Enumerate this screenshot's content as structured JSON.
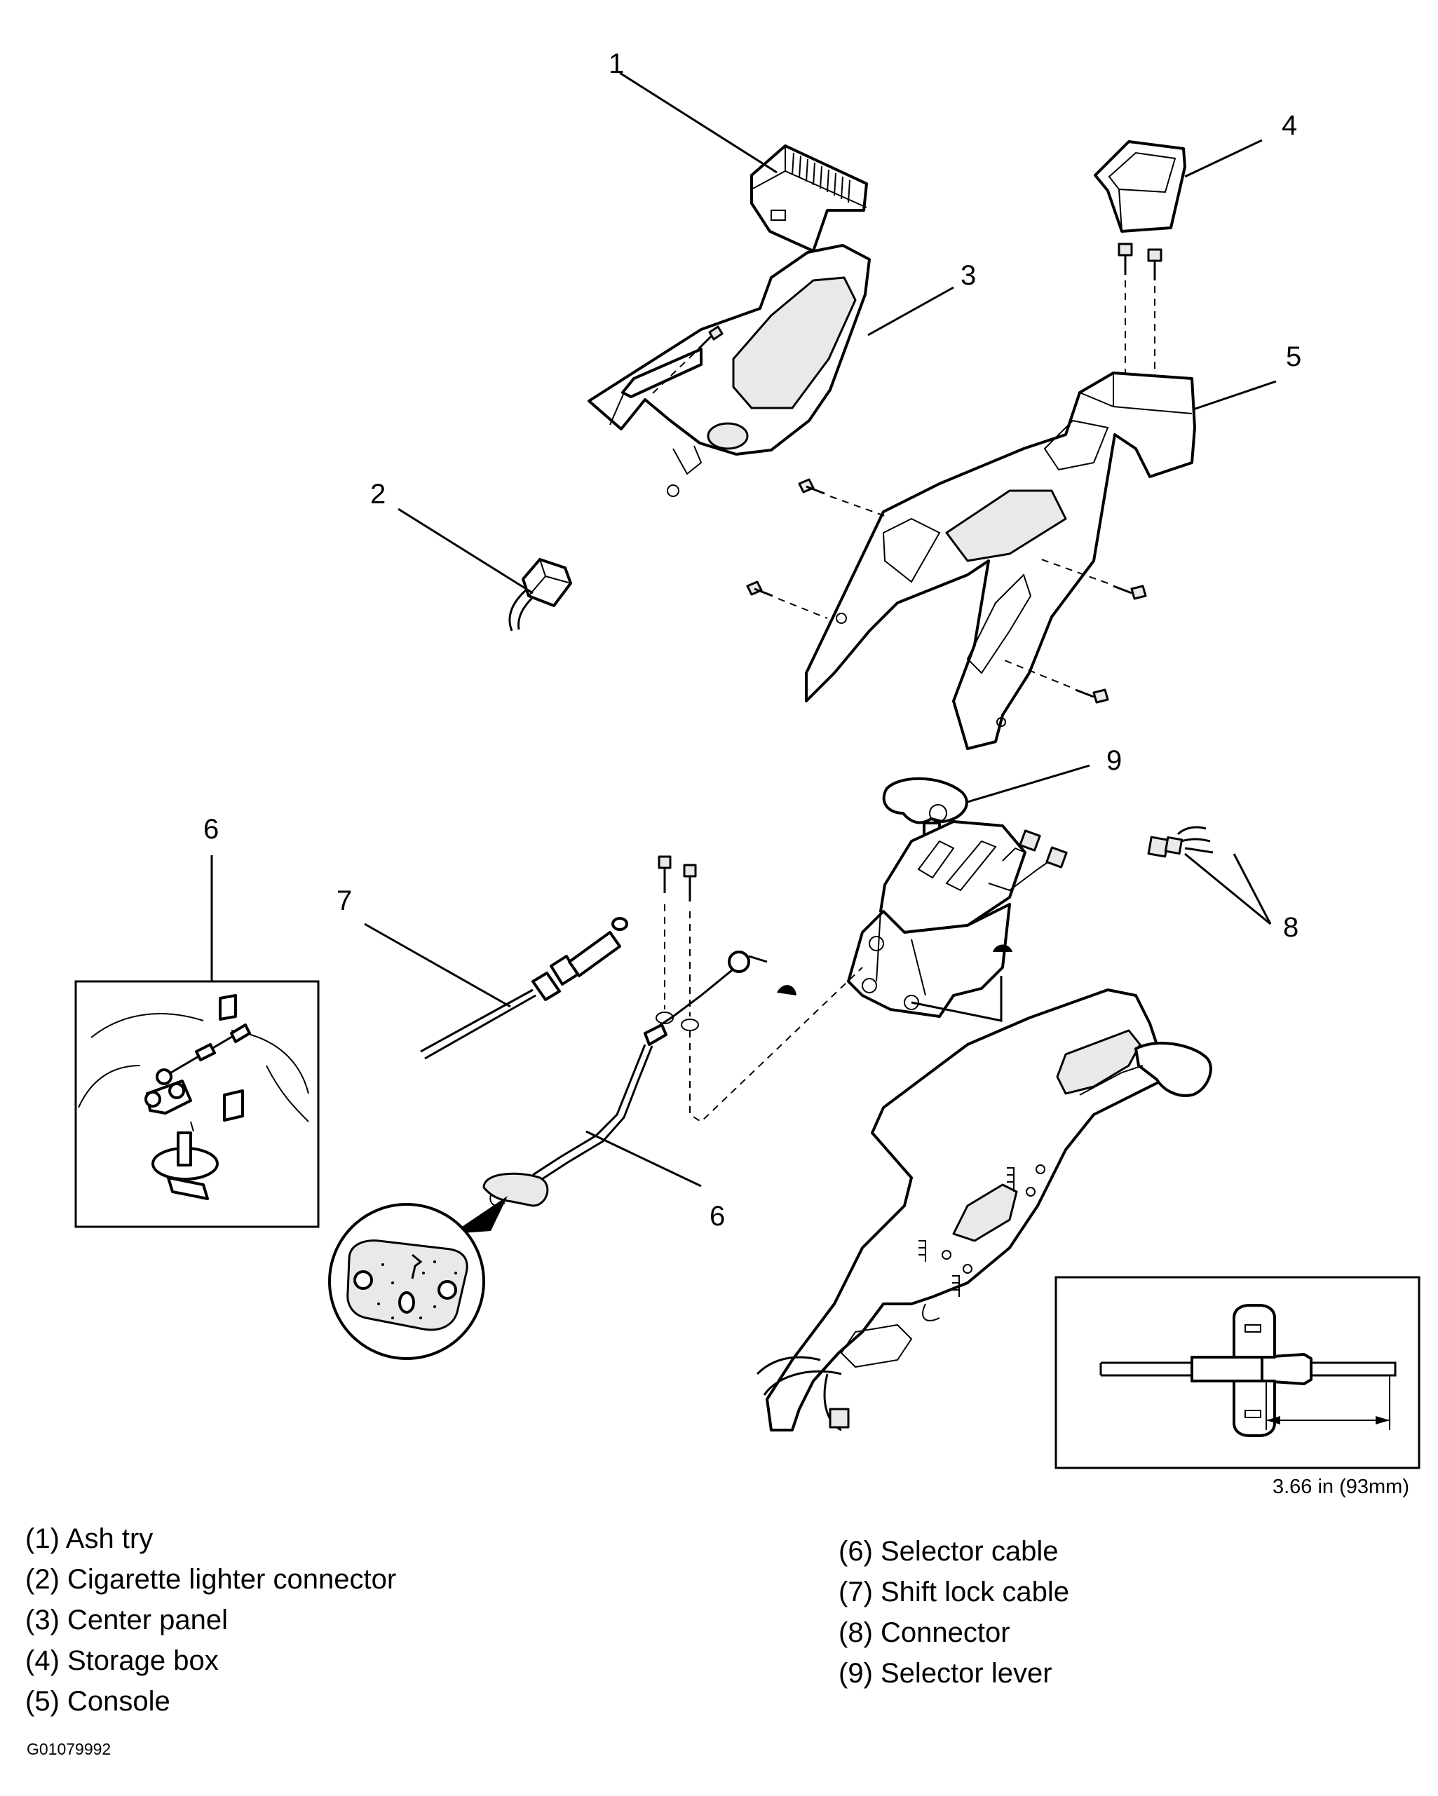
{
  "callouts": {
    "c1": "1",
    "c2": "2",
    "c3": "3",
    "c4": "4",
    "c5": "5",
    "c6_inset": "6",
    "c6": "6",
    "c7": "7",
    "c8": "8",
    "c9": "9"
  },
  "dimension_label": "3.66 in (93mm)",
  "legend_left": [
    "(1) Ash try",
    "(2) Cigarette lighter connector",
    "(3) Center panel",
    "(4) Storage box",
    "(5) Console"
  ],
  "legend_right": [
    "(6) Selector cable",
    "(7) Shift lock cable",
    "(8) Connector",
    "(9) Selector lever"
  ],
  "figure_id": "G01079992"
}
